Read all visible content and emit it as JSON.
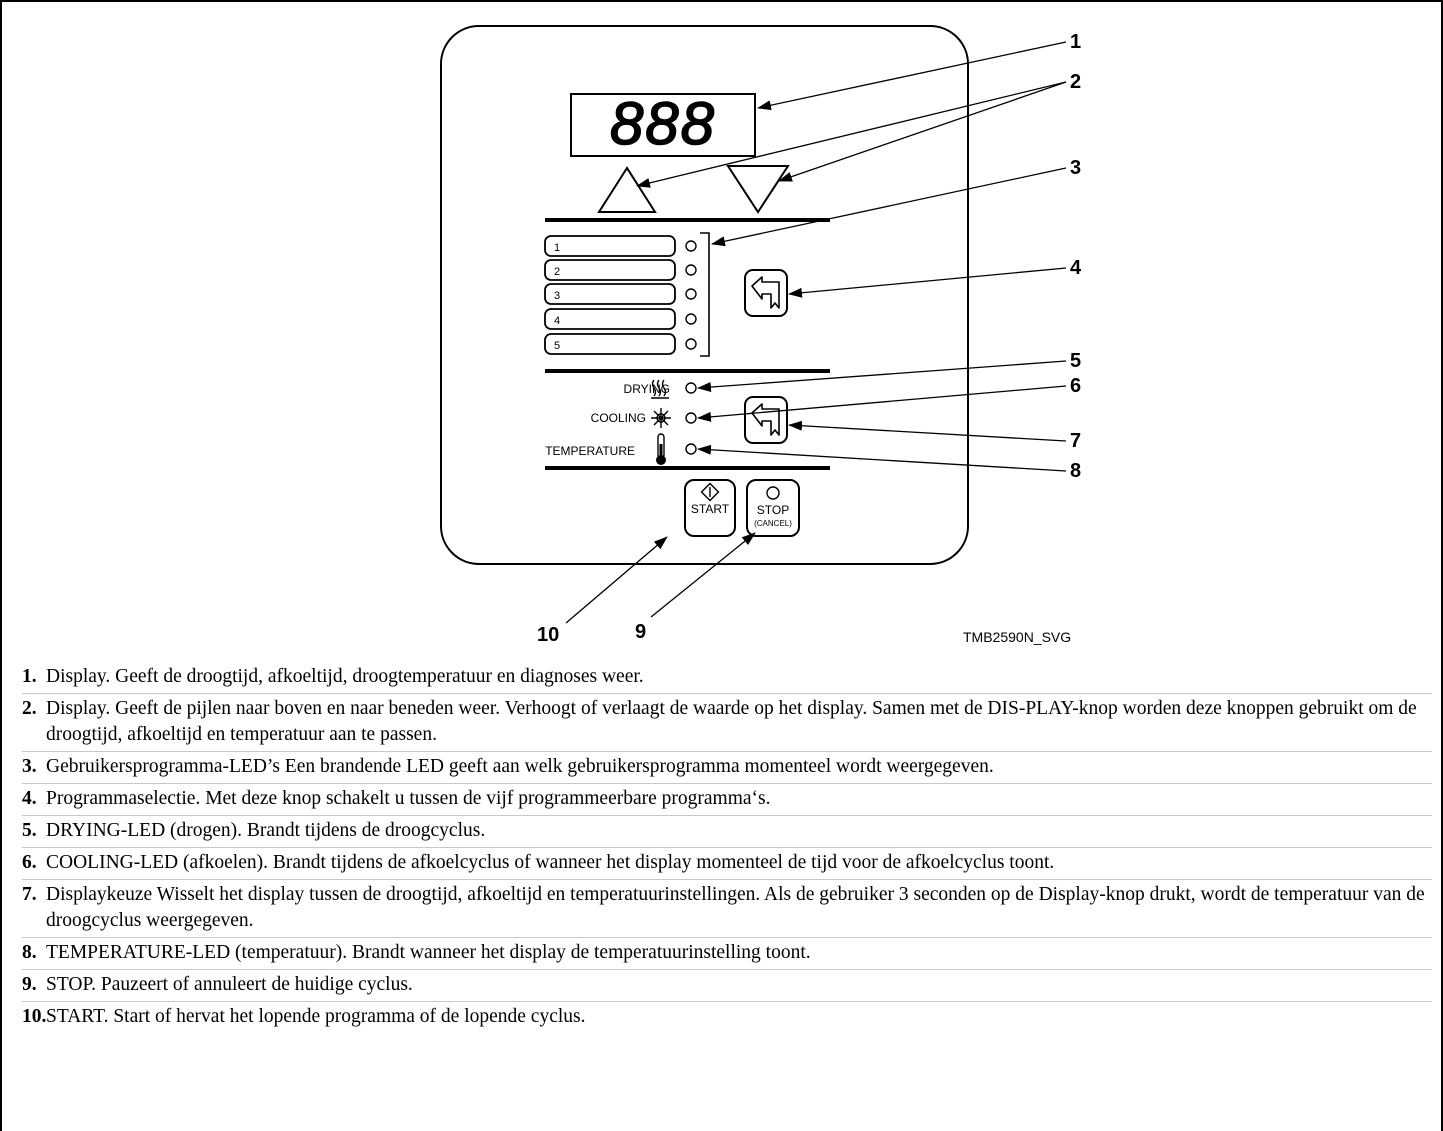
{
  "control_panel": {
    "display_digits": "888",
    "program_slots": [
      "1",
      "2",
      "3",
      "4",
      "5"
    ],
    "status_labels": {
      "drying": "DRYING",
      "cooling": "COOLING",
      "temperature": "TEMPERATURE"
    },
    "start_label": "START",
    "stop_label": "STOP",
    "stop_sublabel": "(CANCEL)"
  },
  "callouts": [
    "1",
    "2",
    "3",
    "4",
    "5",
    "6",
    "7",
    "8",
    "9",
    "10"
  ],
  "figure_ref": "TMB2590N_SVG",
  "legend": [
    {
      "num": "1.",
      "text": "Display. Geeft de droogtijd, afkoeltijd, droogtemperatuur en diagnoses weer."
    },
    {
      "num": "2.",
      "text": "Display. Geeft de pijlen naar boven en naar beneden weer. Verhoogt of verlaagt de waarde op het display. Samen met de DIS-PLAY-knop worden deze knoppen gebruikt om de droogtijd, afkoeltijd en temperatuur aan te passen."
    },
    {
      "num": "3.",
      "text": "Gebruikersprogramma-LED’s Een brandende LED geeft aan welk gebruikersprogramma momenteel wordt weergegeven."
    },
    {
      "num": "4.",
      "text": "Programmaselectie. Met deze knop schakelt u tussen de vijf programmeerbare programma‘s."
    },
    {
      "num": "5.",
      "text": "DRYING-LED (drogen). Brandt tijdens de droogcyclus."
    },
    {
      "num": "6.",
      "text": "COOLING-LED (afkoelen). Brandt tijdens de afkoelcyclus of wanneer het display momenteel de tijd voor de afkoelcyclus toont."
    },
    {
      "num": "7.",
      "text": "Displaykeuze Wisselt het display tussen de droogtijd, afkoeltijd en temperatuurinstellingen. Als de gebruiker 3 seconden op de Display-knop drukt, wordt de temperatuur van de droogcyclus weergegeven."
    },
    {
      "num": "8.",
      "text": "TEMPERATURE-LED (temperatuur). Brandt wanneer het display de temperatuurinstelling toont."
    },
    {
      "num": "9.",
      "text": "STOP. Pauzeert of annuleert de huidige cyclus."
    },
    {
      "num": "10.",
      "text": "START. Start of hervat het lopende programma of de lopende cyclus."
    }
  ]
}
